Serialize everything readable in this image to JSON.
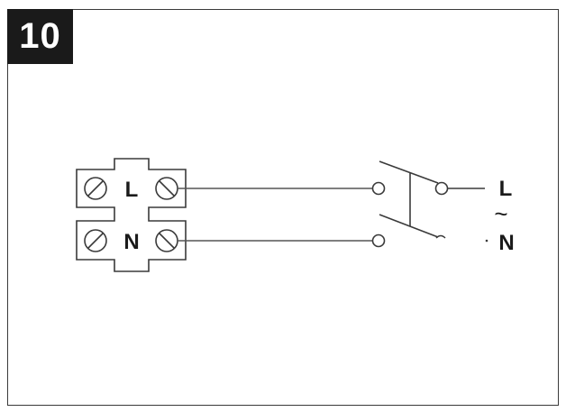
{
  "step": {
    "number": "10"
  },
  "terminal_block": {
    "line_label": "L",
    "neutral_label": "N"
  },
  "supply": {
    "line_label": "L",
    "ac_symbol": "~",
    "neutral_label": "N"
  },
  "colors": {
    "ink": "#3a3a3a",
    "badge": "#1a1a1a"
  }
}
